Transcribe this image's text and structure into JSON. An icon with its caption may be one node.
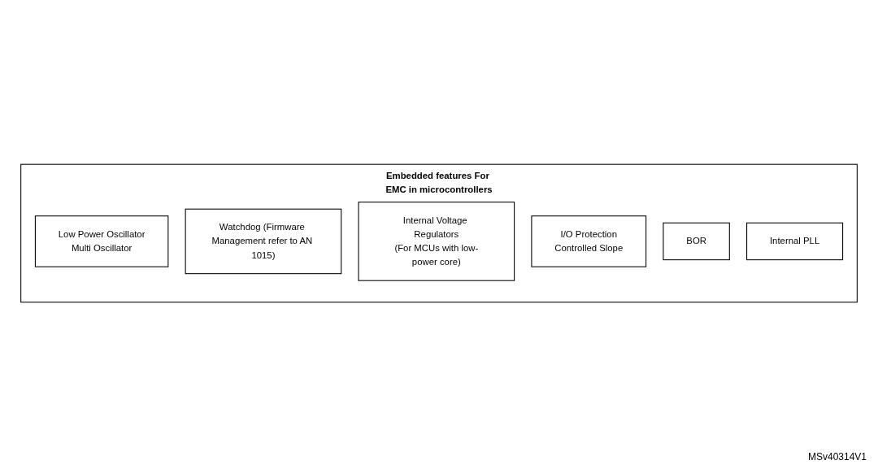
{
  "diagram": {
    "nodes": [
      {
        "text": [
          "Embedded features For EMC in microcontrollers"
        ]
      },
      {
        "text": [
          "Low Power Oscillator",
          "Multi Oscillator"
        ],
        "in": 0
      },
      {
        "text": [
          "Watchdog (Firmware Management refer to AN 1015)"
        ],
        "in": 0
      },
      {
        "text": [
          "Internal Voltage Regulators",
          "(For MCUs with low-power core)"
        ],
        "in": 0
      },
      {
        "text": [
          "I/O Protection",
          "Controlled Slope"
        ],
        "in": 0
      },
      {
        "text": [
          "BOR"
        ],
        "in": 0
      },
      {
        "text": [
          "Internal PLL"
        ],
        "in": 0
      }
    ],
    "labels": [
      "MSv40314V1"
    ]
  }
}
